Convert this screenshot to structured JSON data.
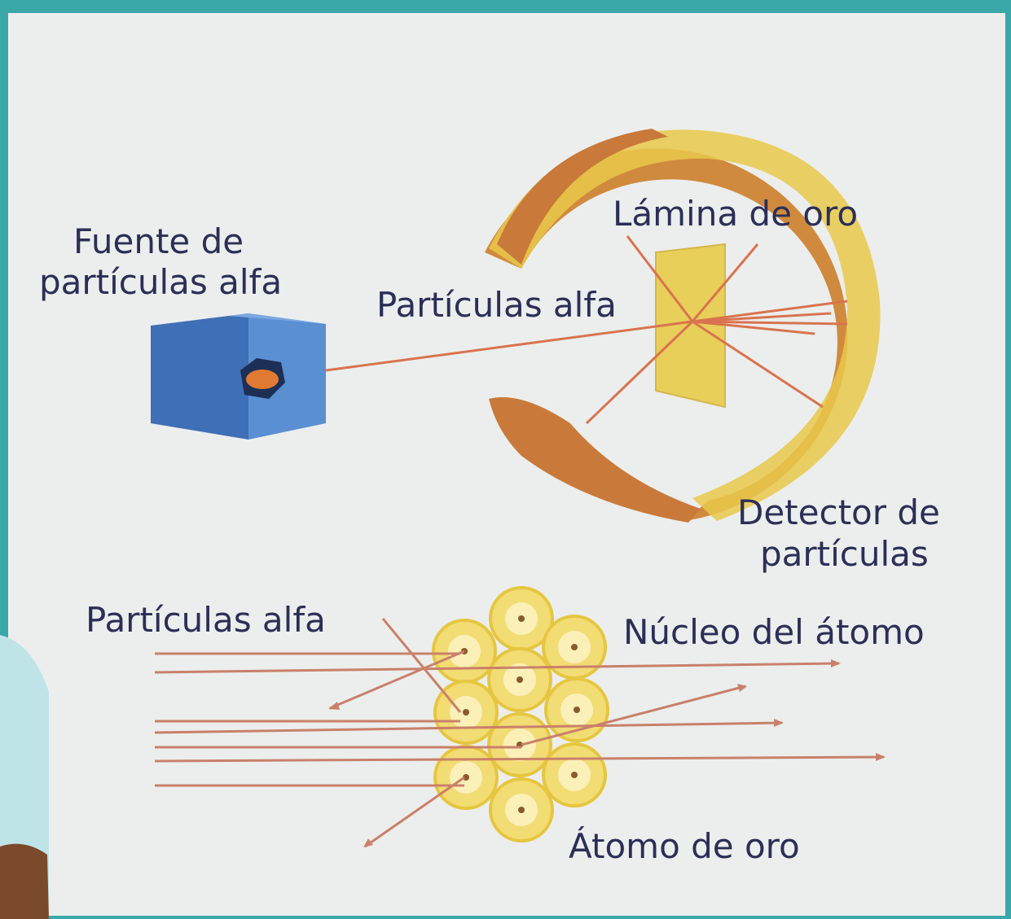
{
  "labels": {
    "fuente_line1": "Fuente de",
    "fuente_line2": "partículas alfa",
    "particulas_alfa_top": "Partículas alfa",
    "lamina_de_oro": "Lámina de oro",
    "detector_line1": "Detector de",
    "detector_line2": "partículas",
    "particulas_alfa_bottom": "Partículas alfa",
    "nucleo_del_atomo": "Núcleo del átomo",
    "atomo_de_oro": "Átomo de oro"
  },
  "colors": {
    "frame": "#3aa7a8",
    "paper": "#eceeed",
    "text": "#2b2f57",
    "ray": "#d9734f",
    "source_blue": "#3f72b8",
    "ring_orange": "#c87a3a",
    "gold": "#f0d24a",
    "nucleus": "#8a5a2a"
  }
}
